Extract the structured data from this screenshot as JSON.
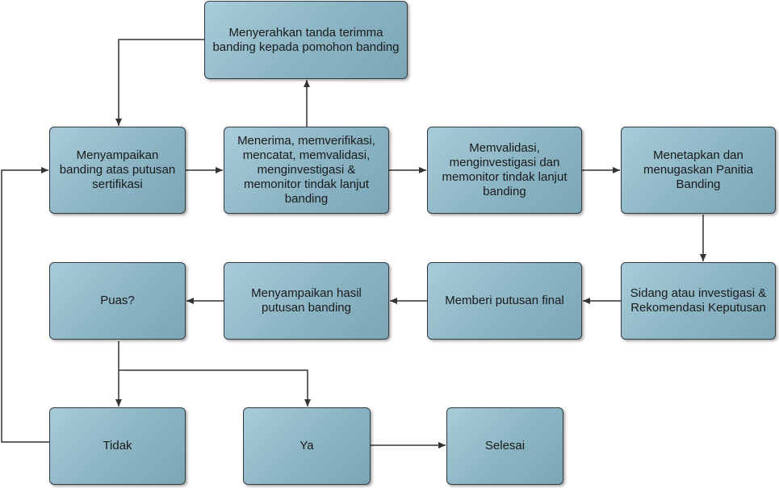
{
  "diagram": {
    "nodes": {
      "serah_tanda_terima": "Menyerahkan tanda terimma\nbanding kepada pomohon banding",
      "menyampaikan_banding": "Menyampaikan\nbanding atas putusan\nsertifikasi",
      "menerima": "Menerima, memverifikasi,\nmencatat, memvalidasi,\nmenginvestigasi &\nmemonitor tindak lanjut\nbanding",
      "memvalidasi": "Memvalidasi,\nmenginvestigasi dan\nmemonitor tindak lanjut\nbanding",
      "menetapkan": "Menetapkan dan\nmenugaskan Panitia\nBanding",
      "sidang": "Sidang atau investigasi &\nRekomendasi Keputusan",
      "putusan_final": "Memberi putusan final",
      "hasil": "Menyampaikan hasil\nputusan banding",
      "puas": "Puas?",
      "tidak": "Tidak",
      "ya": "Ya",
      "selesai": "Selesai"
    },
    "edges": [
      {
        "from": "menyampaikan_banding",
        "to": "menerima"
      },
      {
        "from": "menerima",
        "to": "serah_tanda_terima"
      },
      {
        "from": "serah_tanda_terima",
        "to": "menyampaikan_banding"
      },
      {
        "from": "menerima",
        "to": "memvalidasi"
      },
      {
        "from": "memvalidasi",
        "to": "menetapkan"
      },
      {
        "from": "menetapkan",
        "to": "sidang"
      },
      {
        "from": "sidang",
        "to": "putusan_final"
      },
      {
        "from": "putusan_final",
        "to": "hasil"
      },
      {
        "from": "hasil",
        "to": "puas"
      },
      {
        "from": "puas",
        "to": "tidak"
      },
      {
        "from": "puas",
        "to": "ya"
      },
      {
        "from": "tidak",
        "to": "menyampaikan_banding"
      },
      {
        "from": "ya",
        "to": "selesai"
      }
    ]
  }
}
